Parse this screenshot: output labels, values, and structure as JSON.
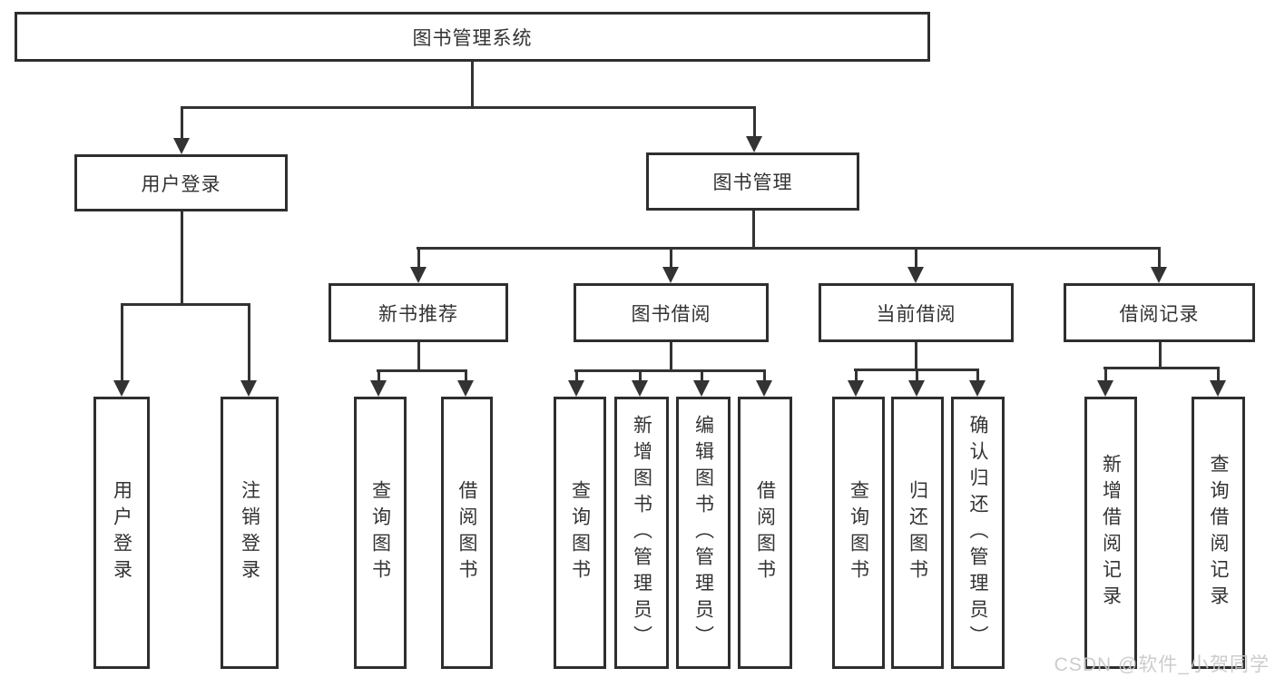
{
  "colors": {
    "line": "#333333",
    "box_border": "#2e2e2e",
    "box_fill": "#ffffff",
    "text": "#333333",
    "watermark": "#c8c8c8",
    "background": "#ffffff"
  },
  "watermark": {
    "text": "CSDN @软件_小贺同学"
  },
  "tree": {
    "type": "hierarchy-diagram",
    "root": {
      "label": "图书管理系统"
    },
    "branches": [
      {
        "label": "用户登录",
        "leaves": [
          {
            "label": "用户登录"
          },
          {
            "label": "注销登录"
          }
        ]
      },
      {
        "label": "图书管理",
        "groups": [
          {
            "label": "新书推荐",
            "leaves": [
              {
                "label": "查询图书"
              },
              {
                "label": "借阅图书"
              }
            ]
          },
          {
            "label": "图书借阅",
            "leaves": [
              {
                "label": "查询图书"
              },
              {
                "label": "新增图书（管理员）"
              },
              {
                "label": "编辑图书（管理员）"
              },
              {
                "label": "借阅图书"
              }
            ]
          },
          {
            "label": "当前借阅",
            "leaves": [
              {
                "label": "查询图书"
              },
              {
                "label": "归还图书"
              },
              {
                "label": "确认归还（管理员）"
              }
            ]
          },
          {
            "label": "借阅记录",
            "leaves": [
              {
                "label": "新增借阅记录"
              },
              {
                "label": "查询借阅记录"
              }
            ]
          }
        ]
      }
    ]
  }
}
